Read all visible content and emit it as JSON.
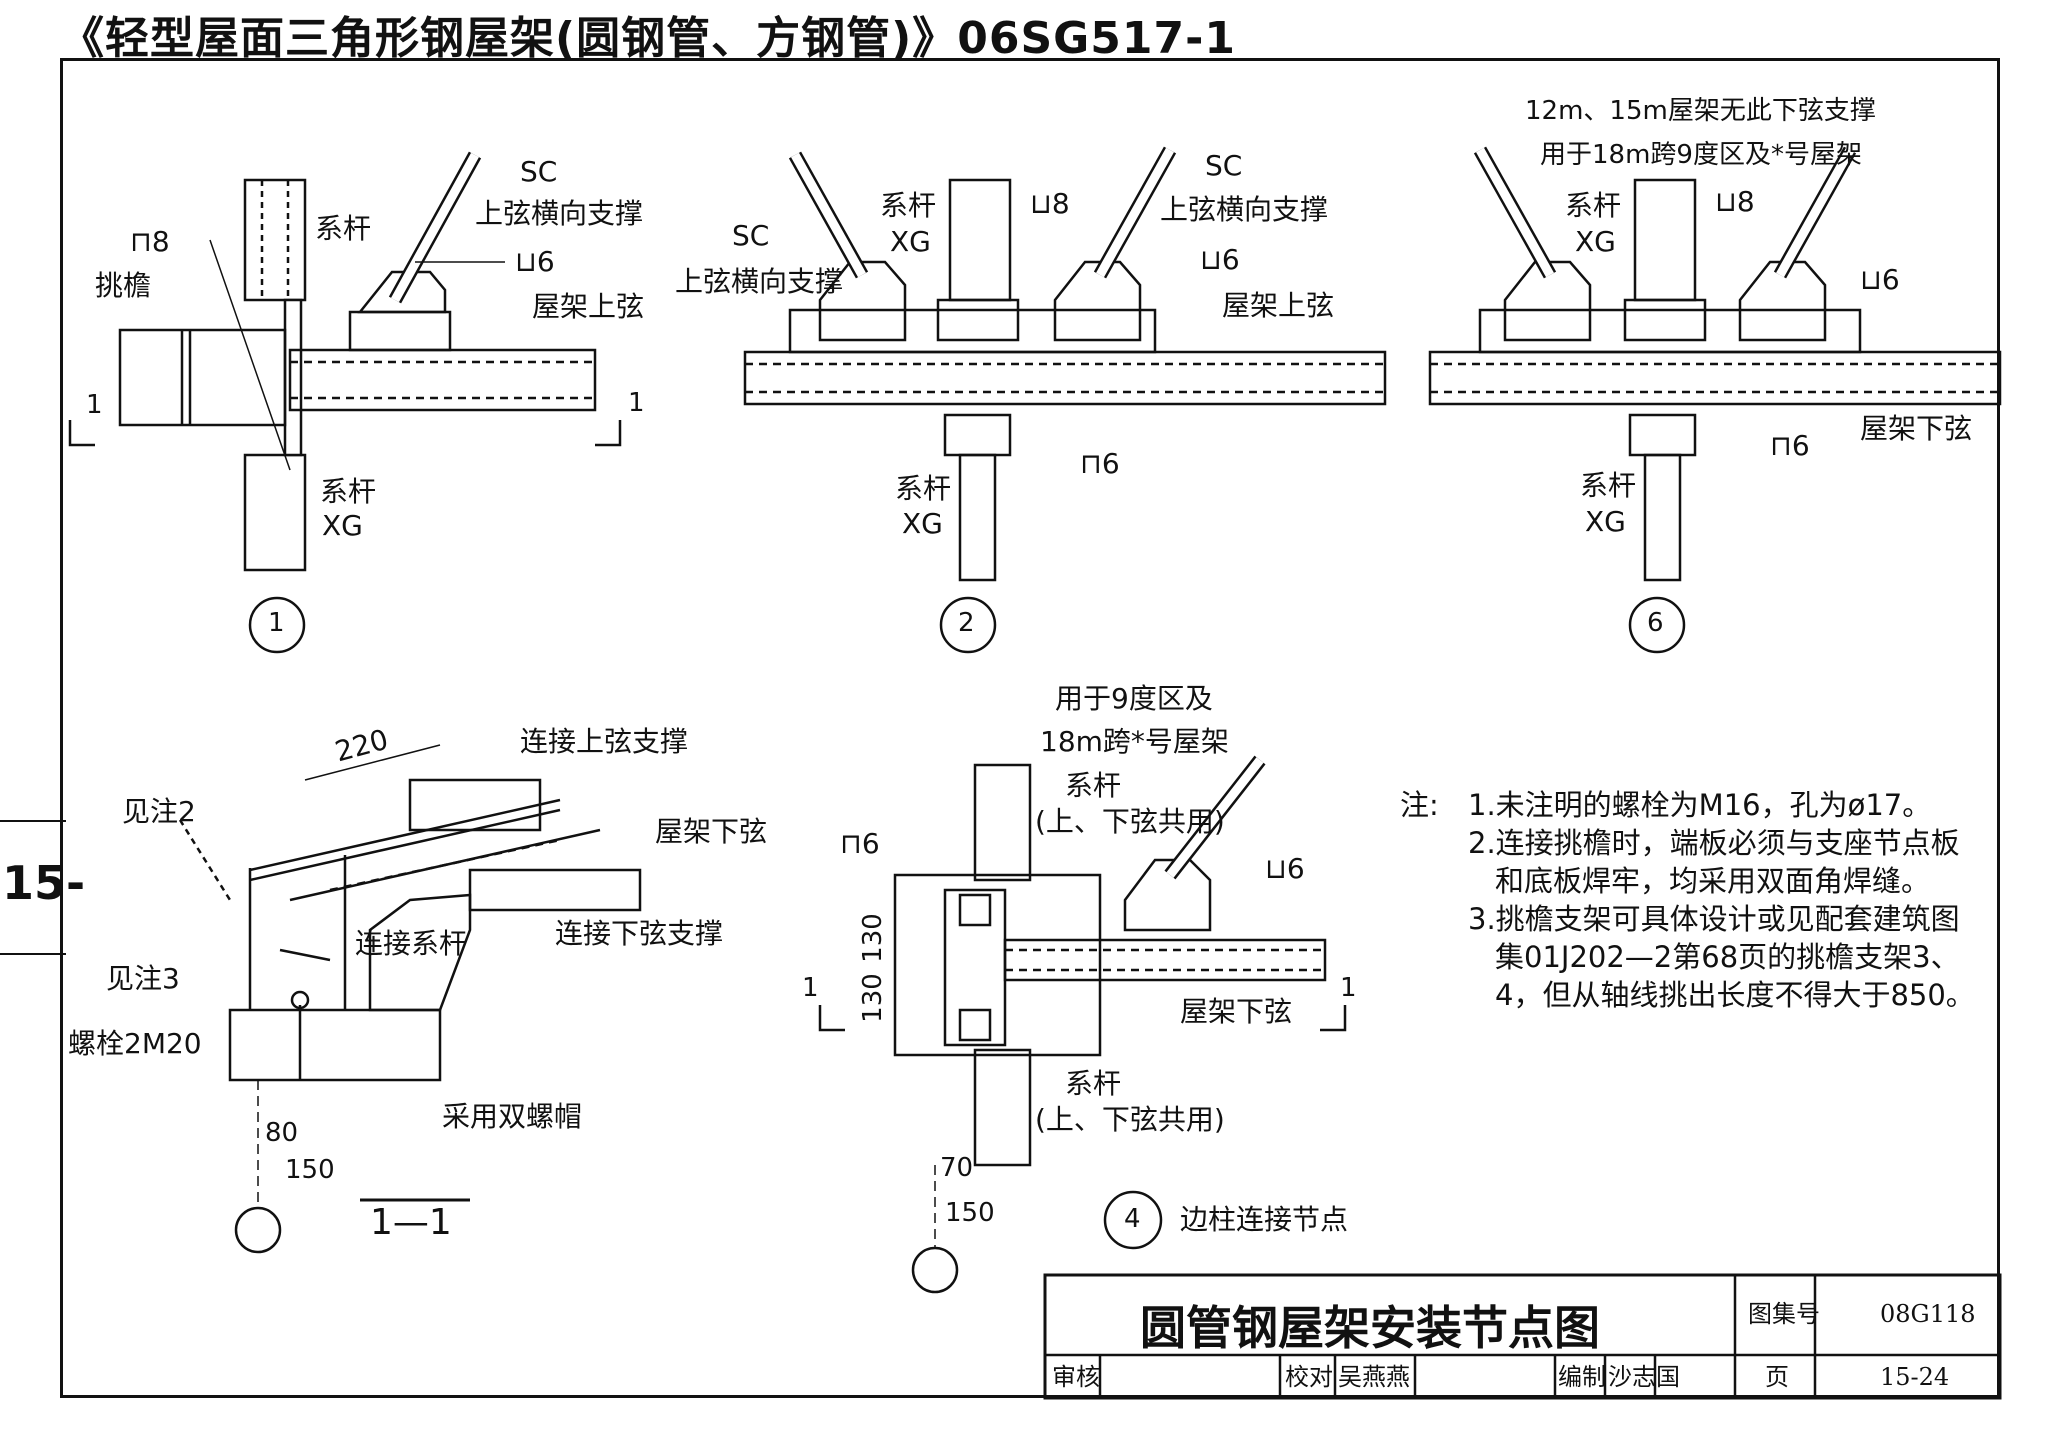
{
  "document": {
    "title": "《轻型屋面三角形钢屋架(圆钢管、方钢管)》06SG517-1",
    "side_label": "15-"
  },
  "detail1": {
    "marker": "1",
    "labels": {
      "sc": "SC",
      "brace": "上弦横向支撑",
      "tie_top": "系杆",
      "tie_bottom": "系杆",
      "tie_code": "XG",
      "eave": "挑檐",
      "weld1": "⊓8",
      "weld2": "⊔6",
      "chord": "屋架上弦",
      "sec_l": "1",
      "sec_r": "1"
    }
  },
  "detail2": {
    "marker": "2",
    "labels": {
      "sc_left": "SC",
      "brace_left": "上弦横向支撑",
      "tie_top": "系杆",
      "tie_top_code": "XG",
      "weld1": "⊔8",
      "sc_right": "SC",
      "brace_right": "上弦横向支撑",
      "weld2": "⊔6",
      "chord": "屋架上弦",
      "weld3": "⊓6",
      "tie_bottom": "系杆",
      "tie_bottom_code": "XG"
    }
  },
  "detail6": {
    "marker": "6",
    "labels": {
      "note_top": "12m、15m屋架无此下弦支撑",
      "note_use": "用于18m跨9度区及*号屋架",
      "tie_top": "系杆",
      "tie_top_code": "XG",
      "weld1": "⊔8",
      "weld2": "⊔6",
      "weld3": "⊓6",
      "chord": "屋架下弦",
      "tie_bottom": "系杆",
      "tie_bottom_code": "XG"
    }
  },
  "section11": {
    "caption": "1—1",
    "labels": {
      "dim220": "220",
      "top_brace": "连接上弦支撑",
      "see_note2": "见注2",
      "lower_chord": "屋架下弦",
      "tie_rod": "连接系杆",
      "lower_brace": "连接下弦支撑",
      "see_note3": "见注3",
      "bolts": "螺栓2M20",
      "double_nut": "采用双螺帽",
      "dim80": "80",
      "dim150": "150"
    }
  },
  "detail4": {
    "marker": "4",
    "caption": "边柱连接节点",
    "labels": {
      "use1": "用于9度区及",
      "use2": "18m跨*号屋架",
      "tie_top": "系杆",
      "tie_top_note": "(上、下弦共用)",
      "weld1": "⊓6",
      "weld2": "⊔6",
      "dim130a": "130",
      "dim130b": "130",
      "sec_l": "1",
      "sec_r": "1",
      "lower_chord": "屋架下弦",
      "tie_bottom": "系杆",
      "tie_bottom_note": "(上、下弦共用)",
      "dim70": "70",
      "dim150": "150"
    }
  },
  "notes": {
    "heading": "注:",
    "lines": [
      "1.未注明的螺栓为M16，孔为ø17。",
      "2.连接挑檐时，端板必须与支座节点板",
      "和底板焊牢，均采用双面角焊缝。",
      "3.挑檐支架可具体设计或见配套建筑图",
      "集01J202—2第68页的挑檐支架3、",
      "4，但从轴线挑出长度不得大于850。"
    ]
  },
  "title_block": {
    "drawing_title": "圆管钢屋架安装节点图",
    "atlas_label": "图集号",
    "atlas_value": "08G118",
    "review": "审核",
    "check": "校对",
    "checker": "吴燕燕",
    "compile": "编制",
    "compiler": "沙志国",
    "page_label": "页",
    "page_value": "15-24"
  }
}
